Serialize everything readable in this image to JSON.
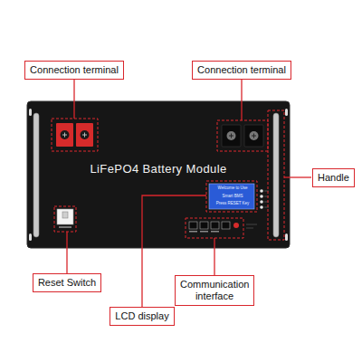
{
  "diagram": {
    "nodes": [
      {
        "text": [
          "Connection terminal"
        ]
      },
      {
        "text": [
          "Connection terminal"
        ]
      },
      {
        "text": [
          "LiFePO4 Battery Module"
        ]
      },
      {
        "text": [
          "Handle"
        ]
      },
      {
        "text": [
          "Reset Switch"
        ]
      },
      {
        "text": [
          "Communication interface"
        ]
      },
      {
        "text": [
          "LCD display"
        ]
      }
    ],
    "labels": [
      "Welcome to Use",
      "Smart BMS",
      "Press RESET Key"
    ]
  }
}
